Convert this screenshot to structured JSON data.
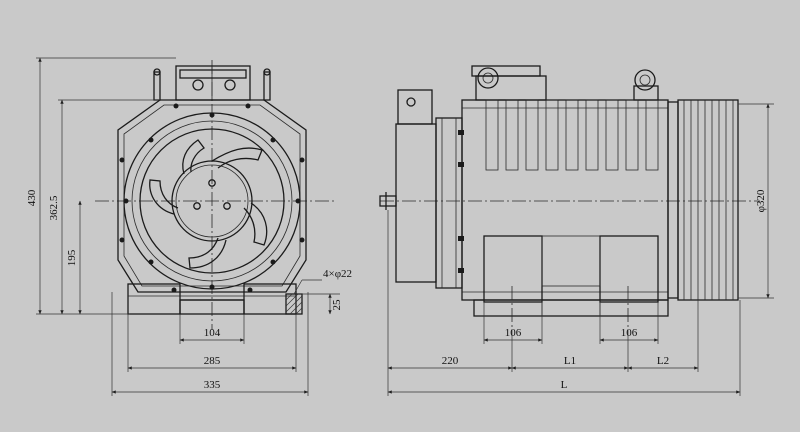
{
  "front_view": {
    "dims": {
      "height_overall": "430",
      "height_flange": "362.5",
      "height_center": "195",
      "width_slot": "104",
      "width_bolt": "285",
      "width_base": "335",
      "holes": "4×φ22",
      "foot_height": "25"
    }
  },
  "side_view": {
    "dims": {
      "offset_220": "220",
      "pad_left": "106",
      "pad_right": "106",
      "span_l1": "L1",
      "span_l2": "L2",
      "overall_l": "L",
      "sheave_dia": "φ320"
    }
  }
}
